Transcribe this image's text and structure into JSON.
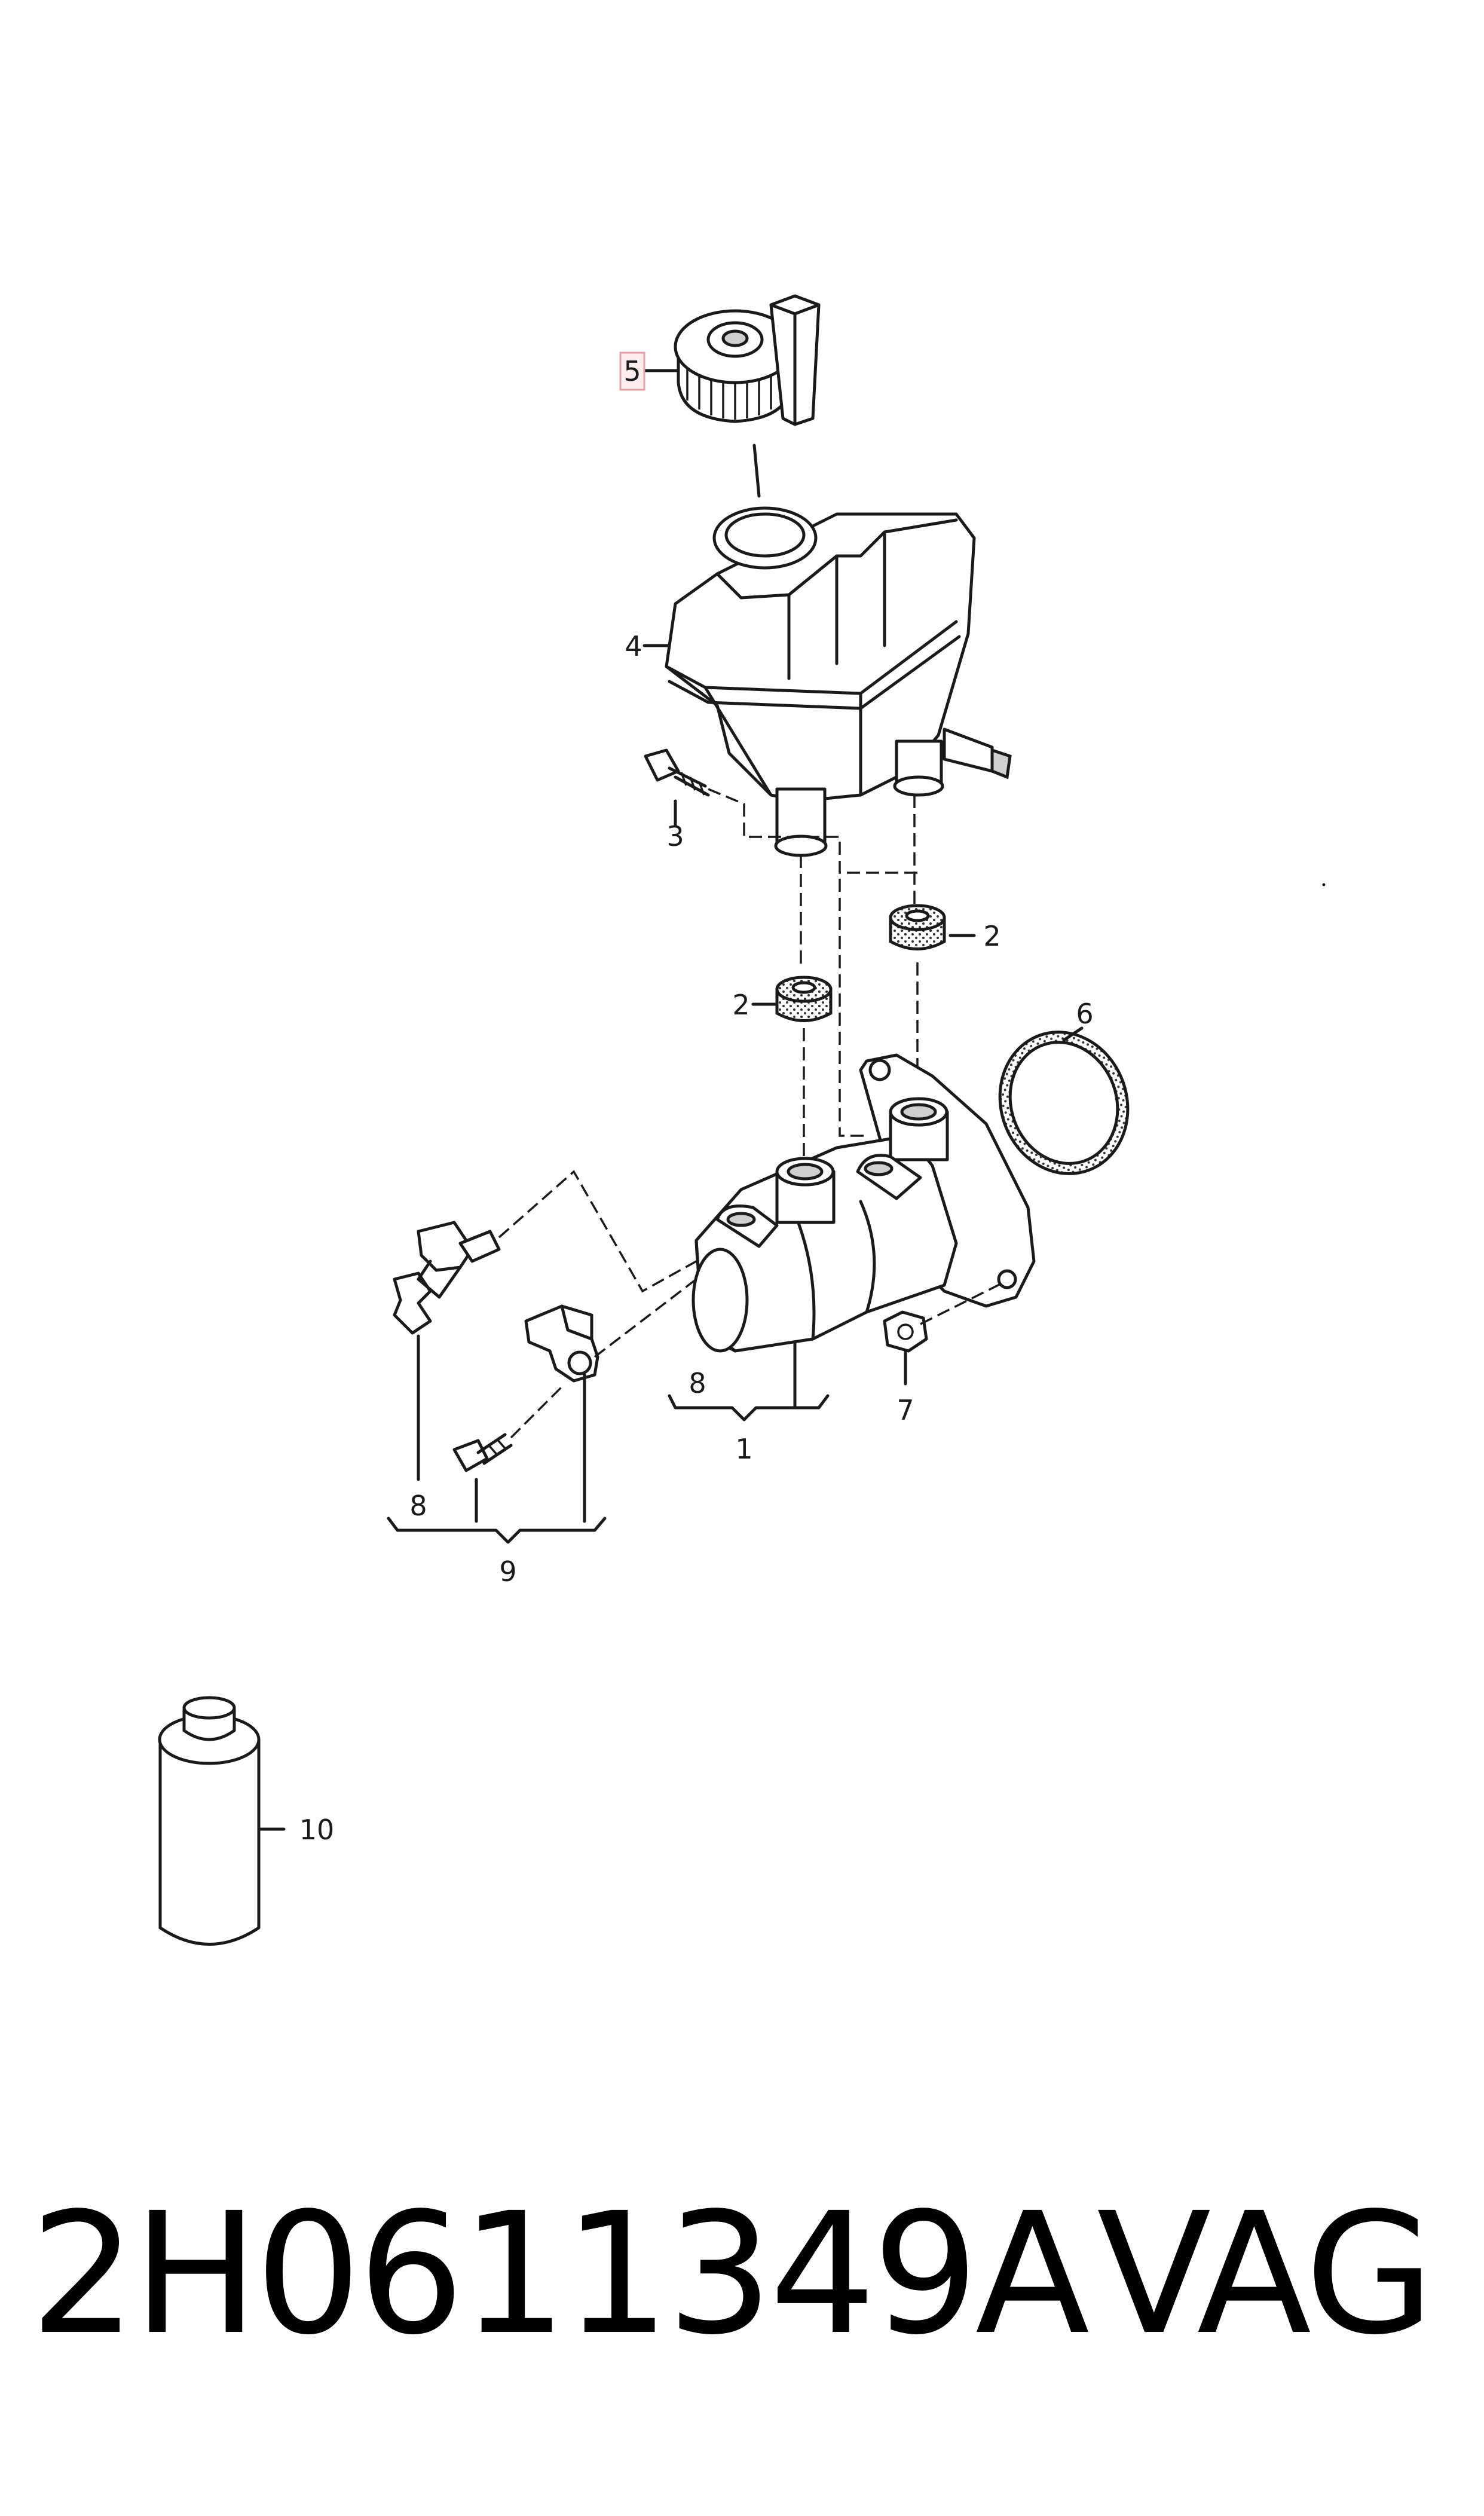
{
  "callouts": {
    "c1": "1",
    "c2a": "2",
    "c2b": "2",
    "c3": "3",
    "c4": "4",
    "c5": "5",
    "c6": "6",
    "c7": "7",
    "c8a": "8",
    "c8b": "8",
    "c9": "9",
    "c10": "10"
  },
  "highlight_color": "#e0a0a8",
  "footer": {
    "part_number": "2H0611349A",
    "brand": "VAG"
  }
}
